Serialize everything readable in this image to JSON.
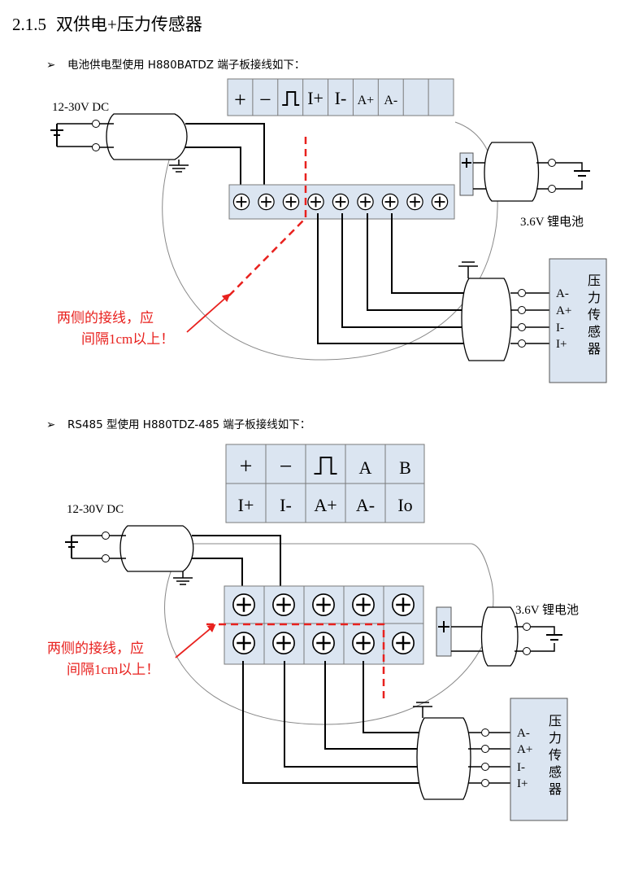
{
  "section": {
    "number": "2.1.5",
    "title": "双供电+压力传感器"
  },
  "colors": {
    "wire": "#000000",
    "enclosure": "#888888",
    "block_fill": "#dbe5f1",
    "block_border": "#7a7a7a",
    "sensor_fill": "#dbe5f1",
    "warning": "#e8211e"
  },
  "diagram1": {
    "bullet_text": "电池供电型使用 H880BATDZ 端子板接线如下：",
    "legend": [
      "+",
      "−",
      "⎍",
      "I+",
      "I-",
      "A+",
      "A-",
      "",
      ""
    ],
    "dc_label": "12-30V  DC",
    "battery_label": "3.6V 锂电池",
    "sensor_name": [
      "压",
      "力",
      "传",
      "感",
      "器"
    ],
    "sensor_pins": [
      "A-",
      "A+",
      "I-",
      "I+"
    ],
    "warning": [
      "两侧的接线，应",
      "间隔1cm以上！"
    ],
    "terminal_count": 9
  },
  "diagram2": {
    "bullet_text": "RS485 型使用 H880TDZ-485 端子板接线如下：",
    "legend_row1": [
      "+",
      "−",
      "⎍",
      "A",
      "B"
    ],
    "legend_row2": [
      "I+",
      "I-",
      "A+",
      "A-",
      "Io"
    ],
    "dc_label": "12-30V  DC",
    "battery_label": "3.6V 锂电池",
    "sensor_name": [
      "压",
      "力",
      "传",
      "感",
      "器"
    ],
    "sensor_pins": [
      "A-",
      "A+",
      "I-",
      "I+"
    ],
    "warning": [
      "两侧的接线，应",
      "间隔1cm以上！"
    ],
    "terminals_per_row": 5
  }
}
